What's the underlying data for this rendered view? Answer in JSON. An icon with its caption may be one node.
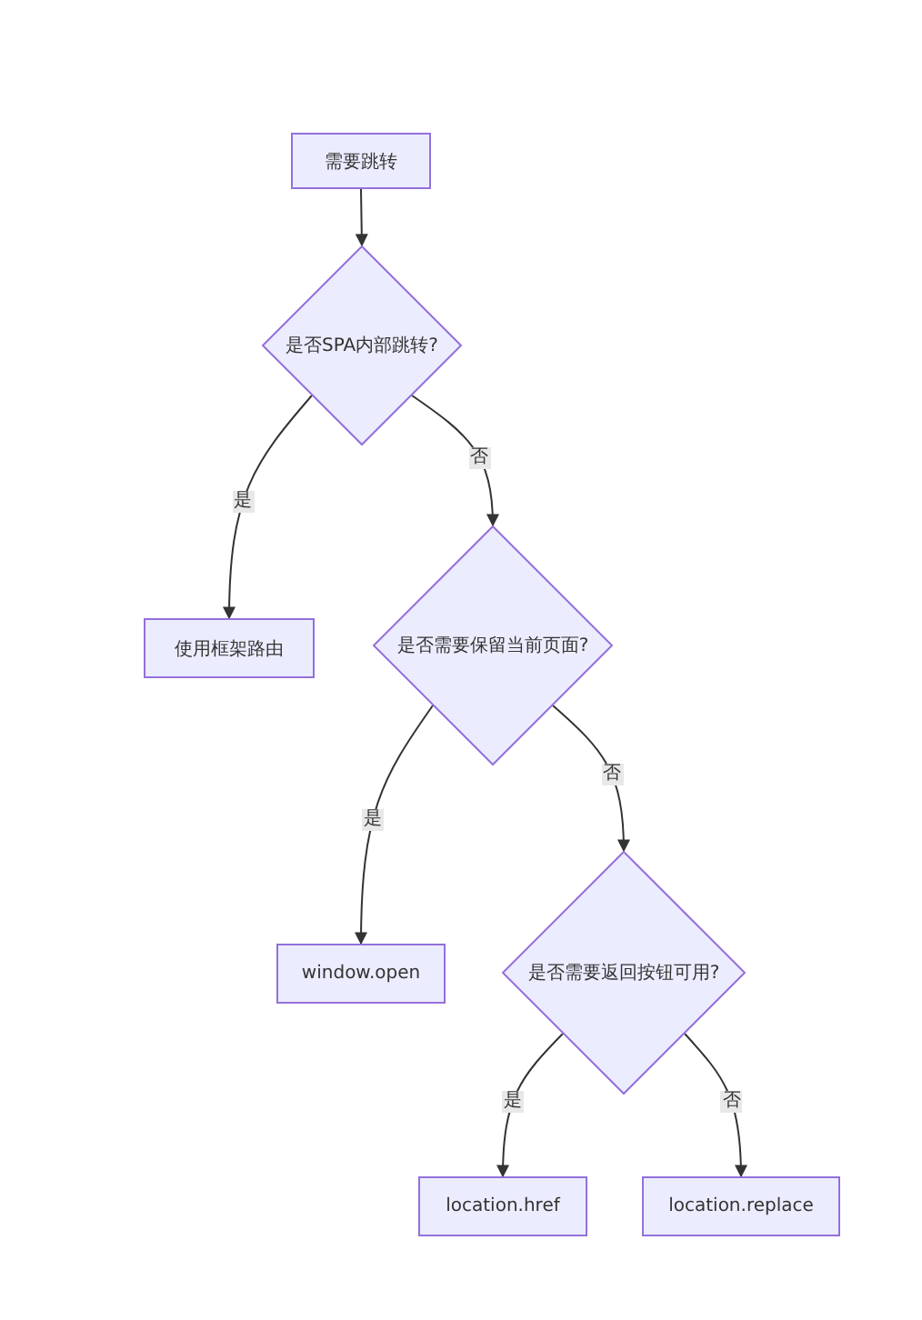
{
  "diagram": {
    "nodes": [
      {
        "text": [
          "需要跳转"
        ]
      },
      {
        "text": [
          "是否SPA内部跳转?"
        ]
      },
      {
        "text": [
          "使用框架路由"
        ]
      },
      {
        "text": [
          "是否需要保留当前页面?"
        ]
      },
      {
        "text": [
          "window.open"
        ]
      },
      {
        "text": [
          "是否需要返回按钮可用?"
        ]
      },
      {
        "text": [
          "location.href"
        ]
      },
      {
        "text": [
          "location.replace"
        ]
      }
    ],
    "edges": [
      {
        "from": 0,
        "to": 1,
        "arrow": "to"
      },
      {
        "from": 1,
        "to": 2,
        "arrow": "to",
        "label": "是"
      },
      {
        "from": 1,
        "to": 3,
        "arrow": "to",
        "label": "否"
      },
      {
        "from": 3,
        "to": 4,
        "arrow": "to",
        "label": "是"
      },
      {
        "from": 3,
        "to": 5,
        "arrow": "to",
        "label": "否"
      },
      {
        "from": 5,
        "to": 6,
        "arrow": "to",
        "label": "是"
      },
      {
        "from": 5,
        "to": 7,
        "arrow": "to",
        "label": "否"
      }
    ]
  }
}
